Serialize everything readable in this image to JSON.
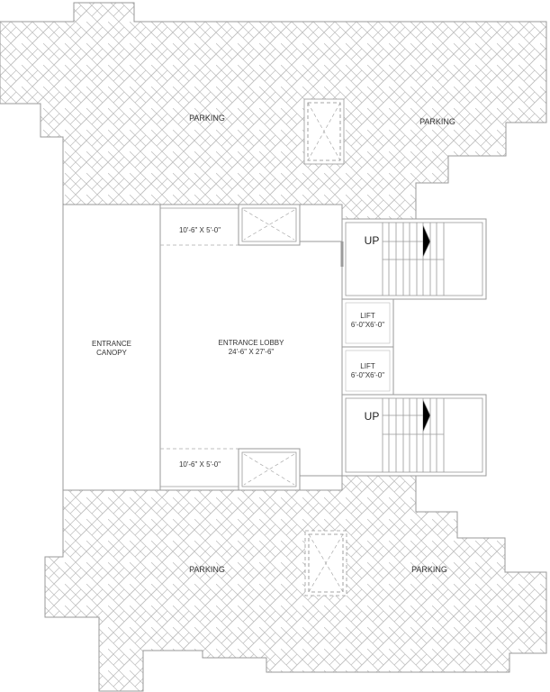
{
  "plan": {
    "type": "floor-plan",
    "colors": {
      "line": "#9a9a9a",
      "hatch": "#bdbdbd",
      "text": "#333333",
      "background": "#ffffff"
    },
    "labels": {
      "parking_top_left": "PARKING",
      "parking_top_right": "PARKING",
      "parking_bottom_left": "PARKING",
      "parking_bottom_right": "PARKING",
      "entrance_canopy_line1": "ENTRANCE",
      "entrance_canopy_line2": "CANOPY",
      "entrance_lobby_name": "ENTRANCE LOBBY",
      "entrance_lobby_size": "24'-6\" X 27'-6\"",
      "top_room_size": "10'-6\" X 5'-0\"",
      "bottom_room_size": "10'-6\" X 5'-0\"",
      "lift_1_name": "LIFT",
      "lift_1_size": "6'-0\"X6'-0\"",
      "lift_2_name": "LIFT",
      "lift_2_size": "6'-0\"X6'-0\"",
      "stair_top_direction": "UP",
      "stair_bottom_direction": "UP"
    }
  }
}
